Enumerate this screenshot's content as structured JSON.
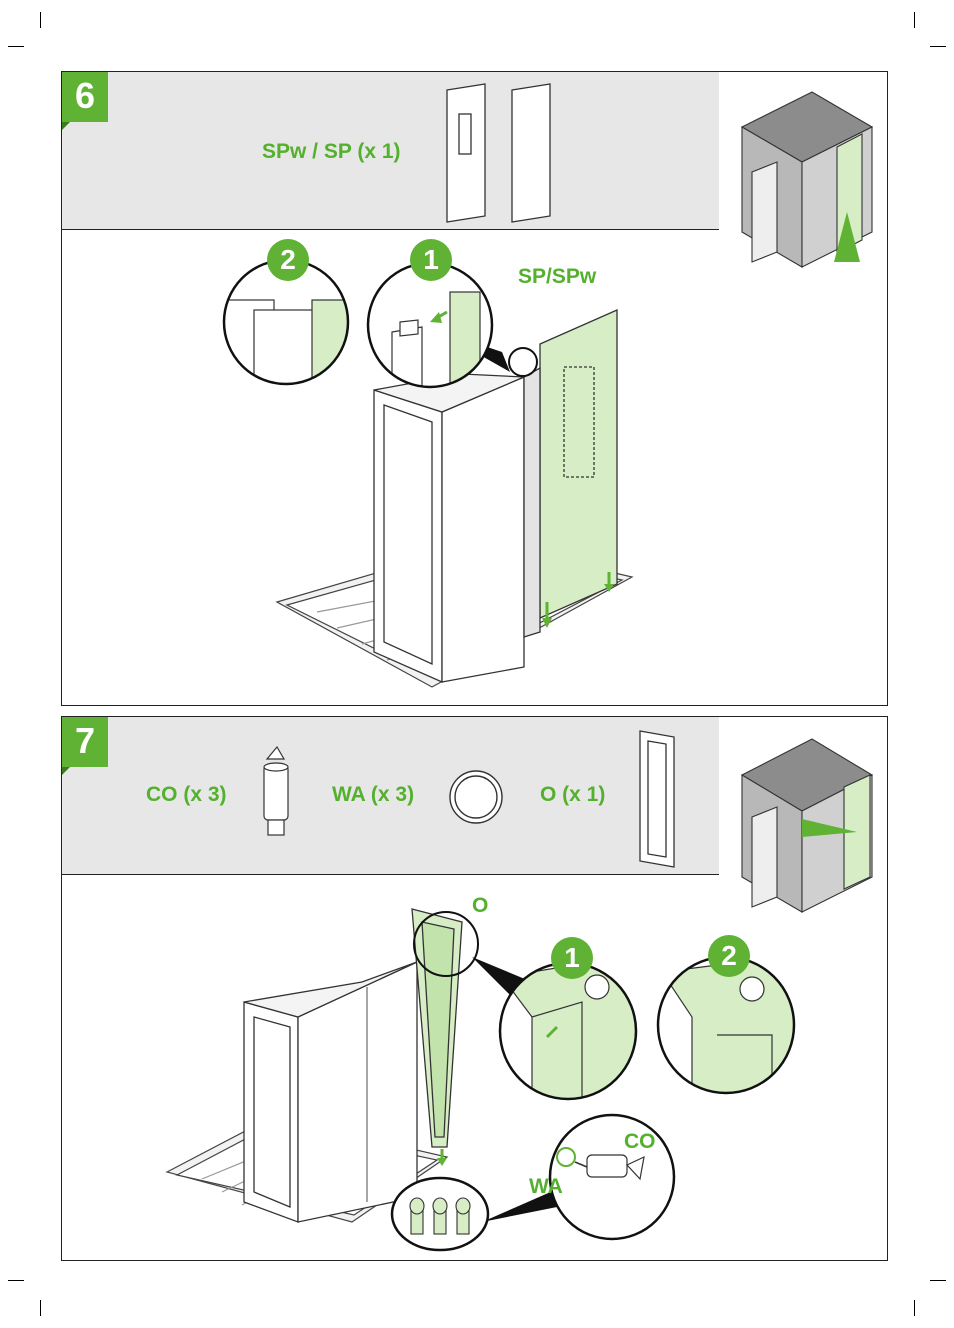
{
  "step6": {
    "number": "6",
    "part_label": "SPw / SP (x 1)",
    "panel_label": "SP/SPw",
    "callouts": [
      "1",
      "2"
    ],
    "accent": "#5fb233",
    "panel_fill": "#d6edc6"
  },
  "step7": {
    "number": "7",
    "parts": [
      {
        "label": "CO (x 3)"
      },
      {
        "label": "WA (x 3)"
      },
      {
        "label": "O (x 1)"
      }
    ],
    "o_label": "O",
    "co_label": "CO",
    "wa_label": "WA",
    "callouts": [
      "1",
      "2"
    ]
  }
}
